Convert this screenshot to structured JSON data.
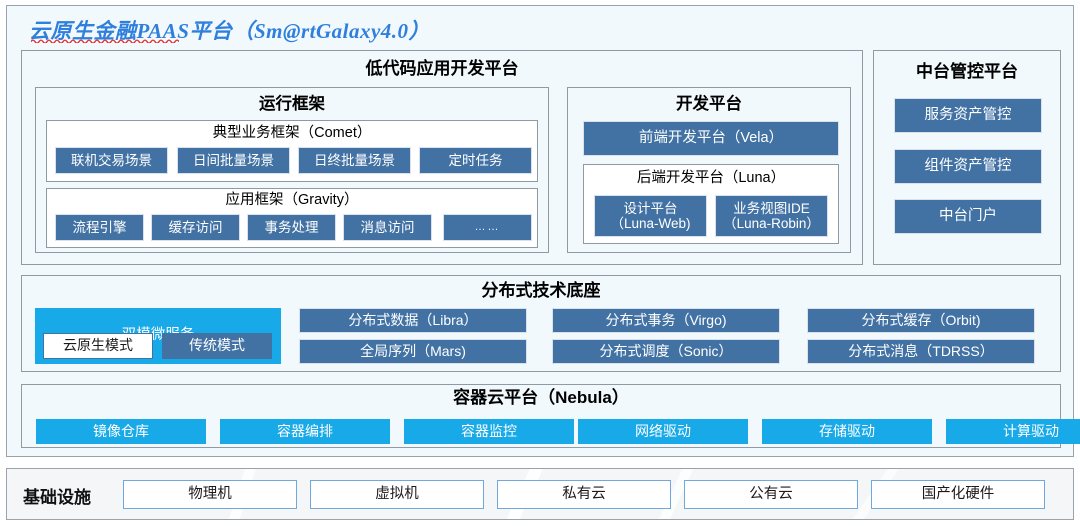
{
  "platform": {
    "title": "云原生金融PAAS平台（Sm@rtGalaxy4.0）"
  },
  "lowcode": {
    "title": "低代码应用开发平台",
    "runtime": {
      "title": "运行框架",
      "comet": {
        "title": "典型业务框架（Comet）",
        "items": [
          "联机交易场景",
          "日间批量场景",
          "日终批量场景",
          "定时任务"
        ]
      },
      "gravity": {
        "title": "应用框架（Gravity）",
        "items": [
          "流程引擎",
          "缓存访问",
          "事务处理",
          "消息访问",
          "……"
        ]
      }
    },
    "devplatform": {
      "title": "开发平台",
      "frontend": "前端开发平台（Vela）",
      "backend": {
        "title": "后端开发平台（Luna）",
        "items": [
          "设计平台\n（Luna-Web)",
          "业务视图IDE\n（Luna-Robin）"
        ]
      }
    }
  },
  "midplatform": {
    "title": "中台管控平台",
    "items": [
      "服务资产管控",
      "组件资产管控",
      "中台门户"
    ]
  },
  "distributed": {
    "title": "分布式技术底座",
    "dualmode": {
      "title": "双模微服务",
      "items": [
        "云原生模式",
        "传统模式"
      ]
    },
    "columns": [
      [
        "分布式数据（Libra）",
        "全局序列（Mars)"
      ],
      [
        "分布式事务（Virgo)",
        "分布式调度（Sonic）"
      ],
      [
        "分布式缓存（Orbit)",
        "分布式消息（TDRSS）"
      ]
    ]
  },
  "container": {
    "title": "容器云平台（Nebula）",
    "items": [
      "镜像仓库",
      "容器编排",
      "容器监控",
      "网络驱动",
      "存储驱动",
      "计算驱动"
    ]
  },
  "infrastructure": {
    "label": "基础设施",
    "items": [
      "物理机",
      "虚拟机",
      "私有云",
      "公有云",
      "国产化硬件"
    ]
  },
  "colors": {
    "steel": "#4272a4",
    "cyan": "#17a9e8",
    "title_blue": "#2f7fdd",
    "panel_bg": "#f2f9fd",
    "squiggle_red": "#e8262a"
  }
}
